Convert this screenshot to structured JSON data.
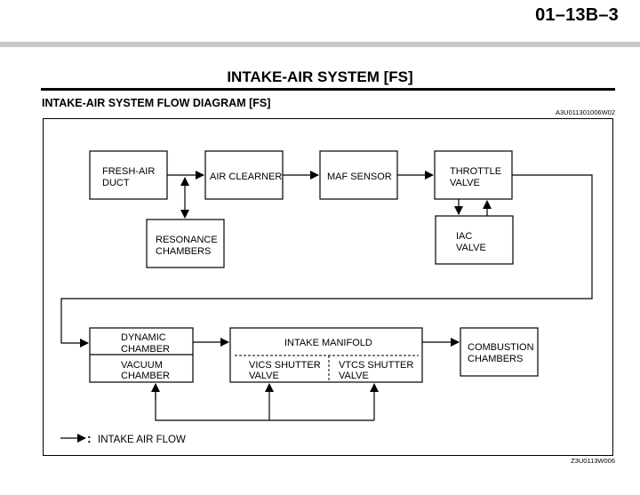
{
  "header": {
    "page_number": "01–13B–3",
    "section_title": "INTAKE-AIR SYSTEM [FS]",
    "diagram_title": "INTAKE-AIR SYSTEM FLOW DIAGRAM [FS]",
    "diagram_code": "A3U011301006W02",
    "footer_code": "Z3U0113W006"
  },
  "diagram": {
    "nodes": {
      "fresh_air_duct": [
        "FRESH-AIR",
        "DUCT"
      ],
      "air_cleaner": [
        "AIR CLEARNER"
      ],
      "maf_sensor": [
        "MAF SENSOR"
      ],
      "throttle_valve": [
        "THROTTLE",
        "VALVE"
      ],
      "resonance_chambers": [
        "RESONANCE",
        "CHAMBERS"
      ],
      "iac_valve": [
        "IAC",
        "VALVE"
      ],
      "dynamic_chamber": [
        "DYNAMIC",
        "CHAMBER"
      ],
      "vacuum_chamber": [
        "VACUUM",
        "CHAMBER"
      ],
      "intake_manifold": [
        "INTAKE MANIFOLD"
      ],
      "vics_shutter_valve": [
        "VICS SHUTTER",
        "VALVE"
      ],
      "vtcs_shutter_valve": [
        "VTCS SHUTTER",
        "VALVE"
      ],
      "combustion_chambers": [
        "COMBUSTION",
        "CHAMBERS"
      ]
    },
    "legend": {
      "colon": ":",
      "label": "INTAKE AIR FLOW"
    }
  }
}
